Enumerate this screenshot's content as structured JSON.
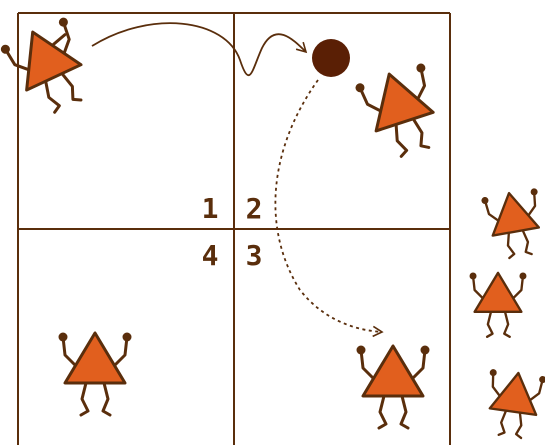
{
  "court": {
    "quadrant_labels": [
      "1",
      "2",
      "4",
      "3"
    ]
  },
  "players_total": 7,
  "ball_count": 1,
  "colors": {
    "line": "#5a2e0c",
    "player_fill": "#e15f1e",
    "ball": "#5a1f05"
  }
}
